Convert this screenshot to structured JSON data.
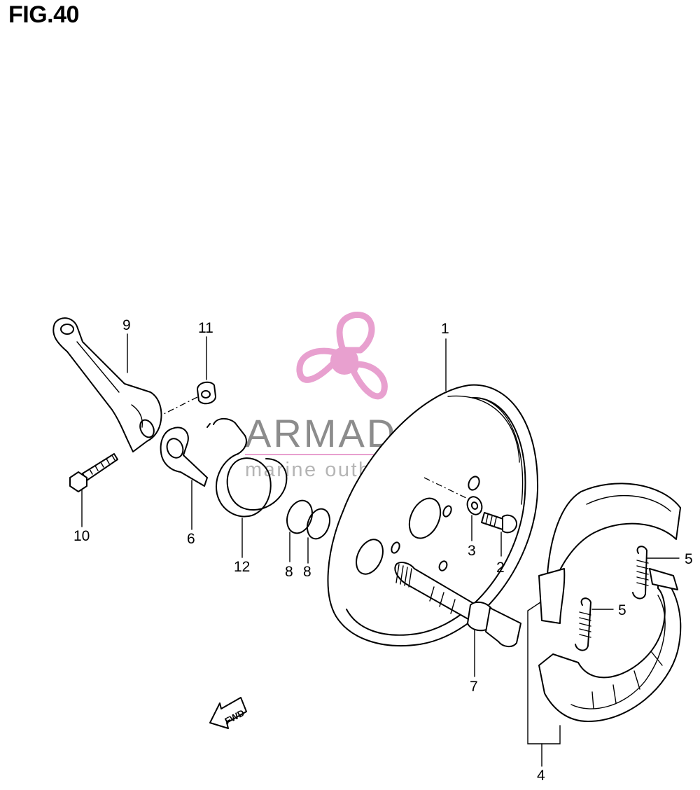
{
  "figure": {
    "title": "FIG.40"
  },
  "watermark": {
    "brand": "ARMADA",
    "tagline": "marine outboards",
    "logo_icon": "propeller-icon",
    "logo_color": "#e8a0cf",
    "text_color": "#8c8c8c"
  },
  "callouts": [
    {
      "id": "1",
      "label": "1"
    },
    {
      "id": "2",
      "label": "2"
    },
    {
      "id": "3",
      "label": "3"
    },
    {
      "id": "4",
      "label": "4"
    },
    {
      "id": "5a",
      "label": "5"
    },
    {
      "id": "5b",
      "label": "5"
    },
    {
      "id": "6",
      "label": "6"
    },
    {
      "id": "7",
      "label": "7"
    },
    {
      "id": "8a",
      "label": "8"
    },
    {
      "id": "8b",
      "label": "8"
    },
    {
      "id": "9",
      "label": "9"
    },
    {
      "id": "10",
      "label": "10"
    },
    {
      "id": "11",
      "label": "11"
    },
    {
      "id": "12",
      "label": "12"
    }
  ],
  "direction_marker": {
    "label": "FWD",
    "icon": "arrow-left-icon"
  }
}
